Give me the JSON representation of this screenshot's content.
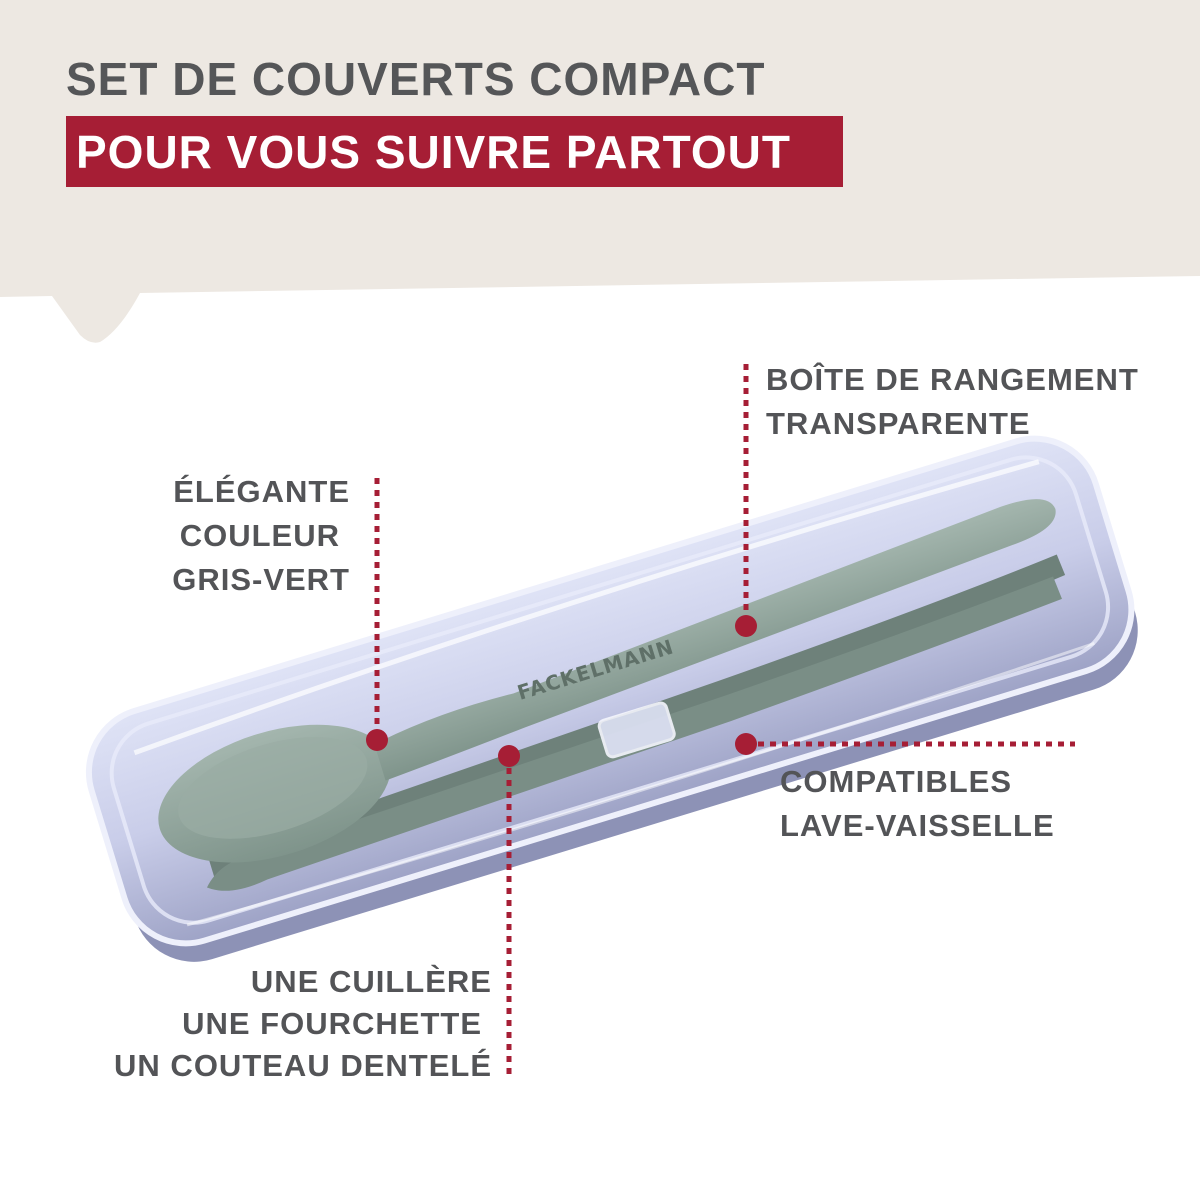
{
  "header": {
    "title": "SET DE COUVERTS COMPACT",
    "subtitle": "POUR VOUS SUIVRE PARTOUT"
  },
  "product": {
    "brand": "FACKELMANN"
  },
  "callouts": {
    "color": [
      "ÉLÉGANTE",
      "COULEUR",
      "GRIS-VERT"
    ],
    "box": [
      "BOÎTE DE RANGEMENT",
      "TRANSPARENTE"
    ],
    "dishwasher": [
      "COMPATIBLES",
      "LAVE-VAISSELLE"
    ],
    "contents": [
      "UNE CUILLÈRE",
      "UNE FOURCHETTE",
      "UN COUTEAU DENTELÉ"
    ]
  },
  "colors": {
    "accent": "#a61e35",
    "banner": "#ede8e2",
    "text": "#535457",
    "cutlery": "#8fa39a",
    "case": "#b9c0e2"
  },
  "icons": {
    "callout-marker": "red-dot-icon"
  }
}
